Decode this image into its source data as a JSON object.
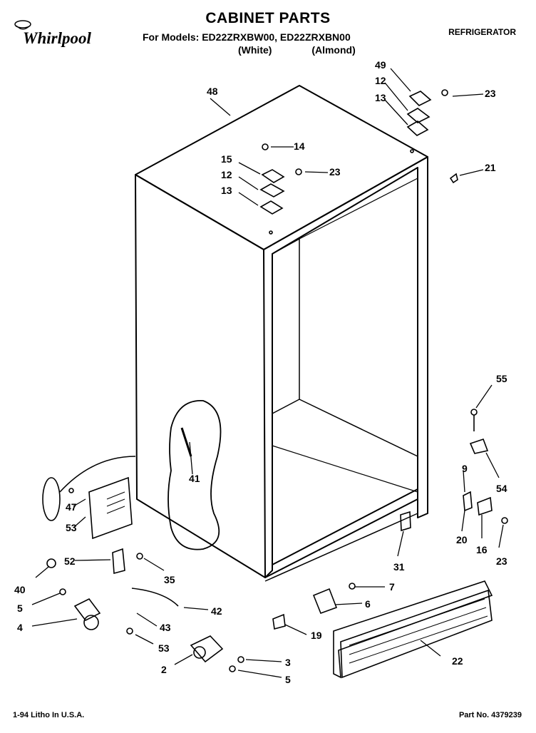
{
  "header": {
    "title": "CABINET PARTS",
    "models": "For Models: ED22ZRXBW00, ED22ZRXBN00",
    "variants": "(White) (Almond)",
    "category": "REFRIGERATOR",
    "brand": "Whirlpool"
  },
  "footer": {
    "litho": "1-94 Litho In U.S.A.",
    "part_no": "Part No. 4379239"
  },
  "callouts": [
    "48",
    "49",
    "12",
    "13",
    "23",
    "21",
    "14",
    "15",
    "12",
    "23",
    "13",
    "55",
    "9",
    "54",
    "41",
    "53",
    "47",
    "20",
    "16",
    "23",
    "40",
    "52",
    "35",
    "31",
    "7",
    "6",
    "5",
    "4",
    "42",
    "43",
    "19",
    "53",
    "22",
    "3",
    "2",
    "5"
  ]
}
